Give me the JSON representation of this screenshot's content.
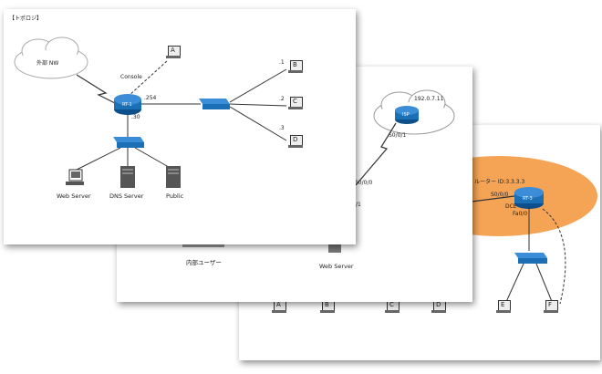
{
  "colors": {
    "router": "#1a6fb5",
    "switch": "#1a6fb5",
    "orange": "#f5a455",
    "line": "#333333"
  },
  "sheet1": {
    "title": "【トポロジ】",
    "cloud_label": "外部 NW",
    "console_label": "Console",
    "router_label": "RT-1",
    "rt1_ip_254": ".254",
    "rt1_ip_30": ".30",
    "host_a": "A",
    "host_b": "B",
    "host_c": "C",
    "host_d": "D",
    "ip_1": ".1",
    "ip_2": ".2",
    "ip_3": ".3",
    "web_server": "Web Server",
    "dns_server": "DNS Server",
    "public": "Public"
  },
  "sheet2": {
    "isp_ip": "192.0.7.11",
    "isp_label": "ISP",
    "isp_if": "S0/0/1",
    "s000": "S0/0/0",
    "if_1": "/1",
    "users": "内部ユーザー",
    "web_server": "Web Server"
  },
  "sheet3": {
    "router_id": "ルーター ID:3.3.3.3",
    "s000": "S0/0/0",
    "dce": "DCE",
    "fa00": "Fa0/0",
    "rt3_label": "RT-3",
    "hosts": [
      "A",
      "B",
      "C",
      "D",
      "E",
      "F"
    ]
  }
}
